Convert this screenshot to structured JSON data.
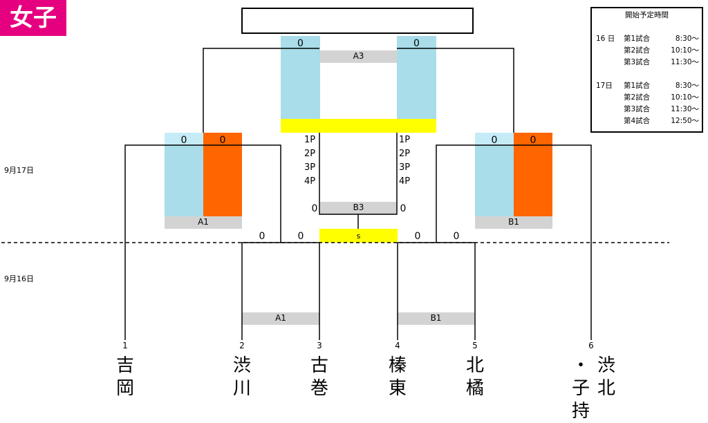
{
  "badge": "女子",
  "schedule": {
    "title": "開始予定時間",
    "rows": [
      {
        "day": "16 日",
        "game": "第1試合",
        "time": "8:30〜"
      },
      {
        "day": "",
        "game": "第2試合",
        "time": "10:10〜"
      },
      {
        "day": "",
        "game": "第3試合",
        "time": "11:30〜"
      },
      {
        "day": "17日",
        "game": "第1試合",
        "time": "8:30〜"
      },
      {
        "day": "",
        "game": "第2試合",
        "time": "10:10〜"
      },
      {
        "day": "",
        "game": "第3試合",
        "time": "11:30〜"
      },
      {
        "day": "",
        "game": "第4試合",
        "time": "12:50〜"
      }
    ]
  },
  "dates": {
    "day2": "9月17日",
    "day1": "9月16日"
  },
  "matches": {
    "a3": {
      "label": "A3",
      "score_left": "0",
      "score_right": "0"
    },
    "a1_semi": {
      "label": "A1",
      "score_left": "0",
      "score_right": "0"
    },
    "b1_semi": {
      "label": "B1",
      "score_left": "0",
      "score_right": "0"
    },
    "b3": {
      "label": "B3",
      "score_left": "0",
      "score_right": "0"
    },
    "s": {
      "label": "s"
    },
    "a1_first": {
      "label": "A1",
      "score_left": "0",
      "score_right": "0"
    },
    "b1_first": {
      "label": "B1",
      "score_left": "0",
      "score_right": "0"
    }
  },
  "periods": [
    "1P",
    "2P",
    "3P",
    "4P"
  ],
  "teams": [
    {
      "num": "1",
      "name": [
        "吉",
        "岡"
      ]
    },
    {
      "num": "2",
      "name": [
        "渋",
        "川"
      ]
    },
    {
      "num": "3",
      "name": [
        "古",
        "巻"
      ]
    },
    {
      "num": "4",
      "name": [
        "榛",
        "東"
      ]
    },
    {
      "num": "5",
      "name": [
        "北",
        "橘"
      ]
    },
    {
      "num": "6",
      "name_right": [
        "渋",
        "北"
      ],
      "name_left": [
        "・",
        "子",
        "持"
      ]
    }
  ]
}
